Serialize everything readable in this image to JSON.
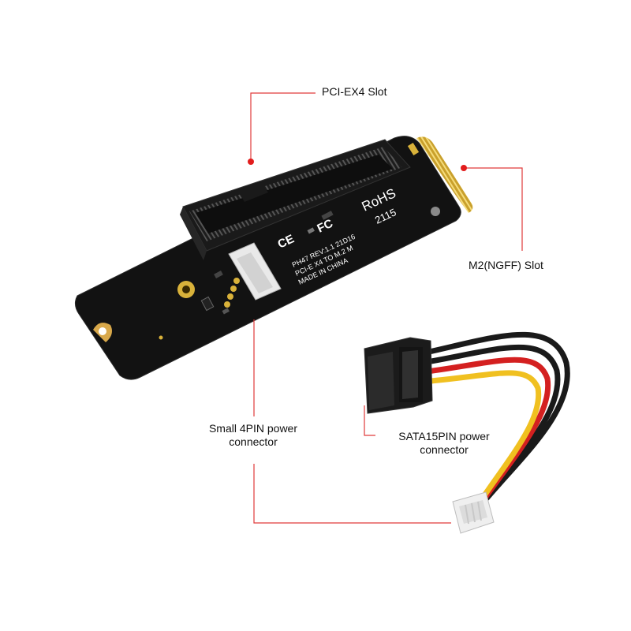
{
  "labels": {
    "pcie_slot": "PCI-EX4 Slot",
    "m2_slot": "M2(NGFF) Slot",
    "small_4pin_line1": "Small 4PIN power",
    "small_4pin_line2": "connector",
    "sata_line1": "SATA15PIN power",
    "sata_line2": "connector"
  },
  "board_print": {
    "rohs": "RoHS",
    "fc": "FC",
    "ce": "CE",
    "date_code": "2115",
    "line1": "PH47  REV:1.1  21D16",
    "line2": "PCI-E X4 TO M.2 M",
    "line3": "MADE IN CHINA"
  },
  "colors": {
    "callout_line": "#e03a3a",
    "callout_dot": "#e21c1c",
    "pcb": "#121212",
    "gold": "#d9b23a",
    "wire_black": "#1a1a1a",
    "wire_red": "#d42020",
    "wire_yellow": "#f0c020",
    "connector_white": "#efefef"
  }
}
